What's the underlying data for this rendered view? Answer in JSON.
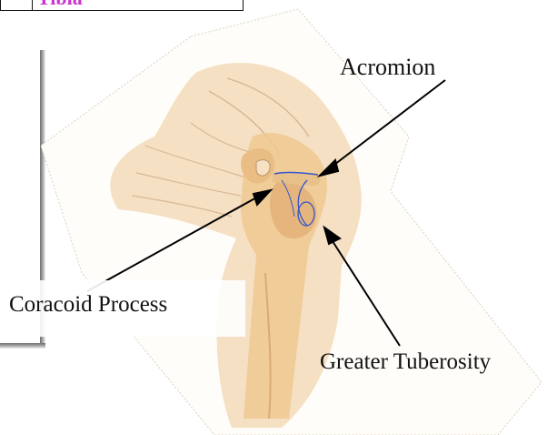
{
  "header_cell": {
    "text": "Tibia",
    "color": "#cc33cc"
  },
  "labels": {
    "acromion": "Acromion",
    "coracoid_process": "Coracoid Process",
    "greater_tuberosity": "Greater Tuberosity"
  },
  "colors": {
    "skin": "#f2d2a4",
    "bone": "#ecc58e",
    "outline": "#c9ad8f",
    "landmark_line": "#3355cc",
    "arrow": "#000000"
  }
}
